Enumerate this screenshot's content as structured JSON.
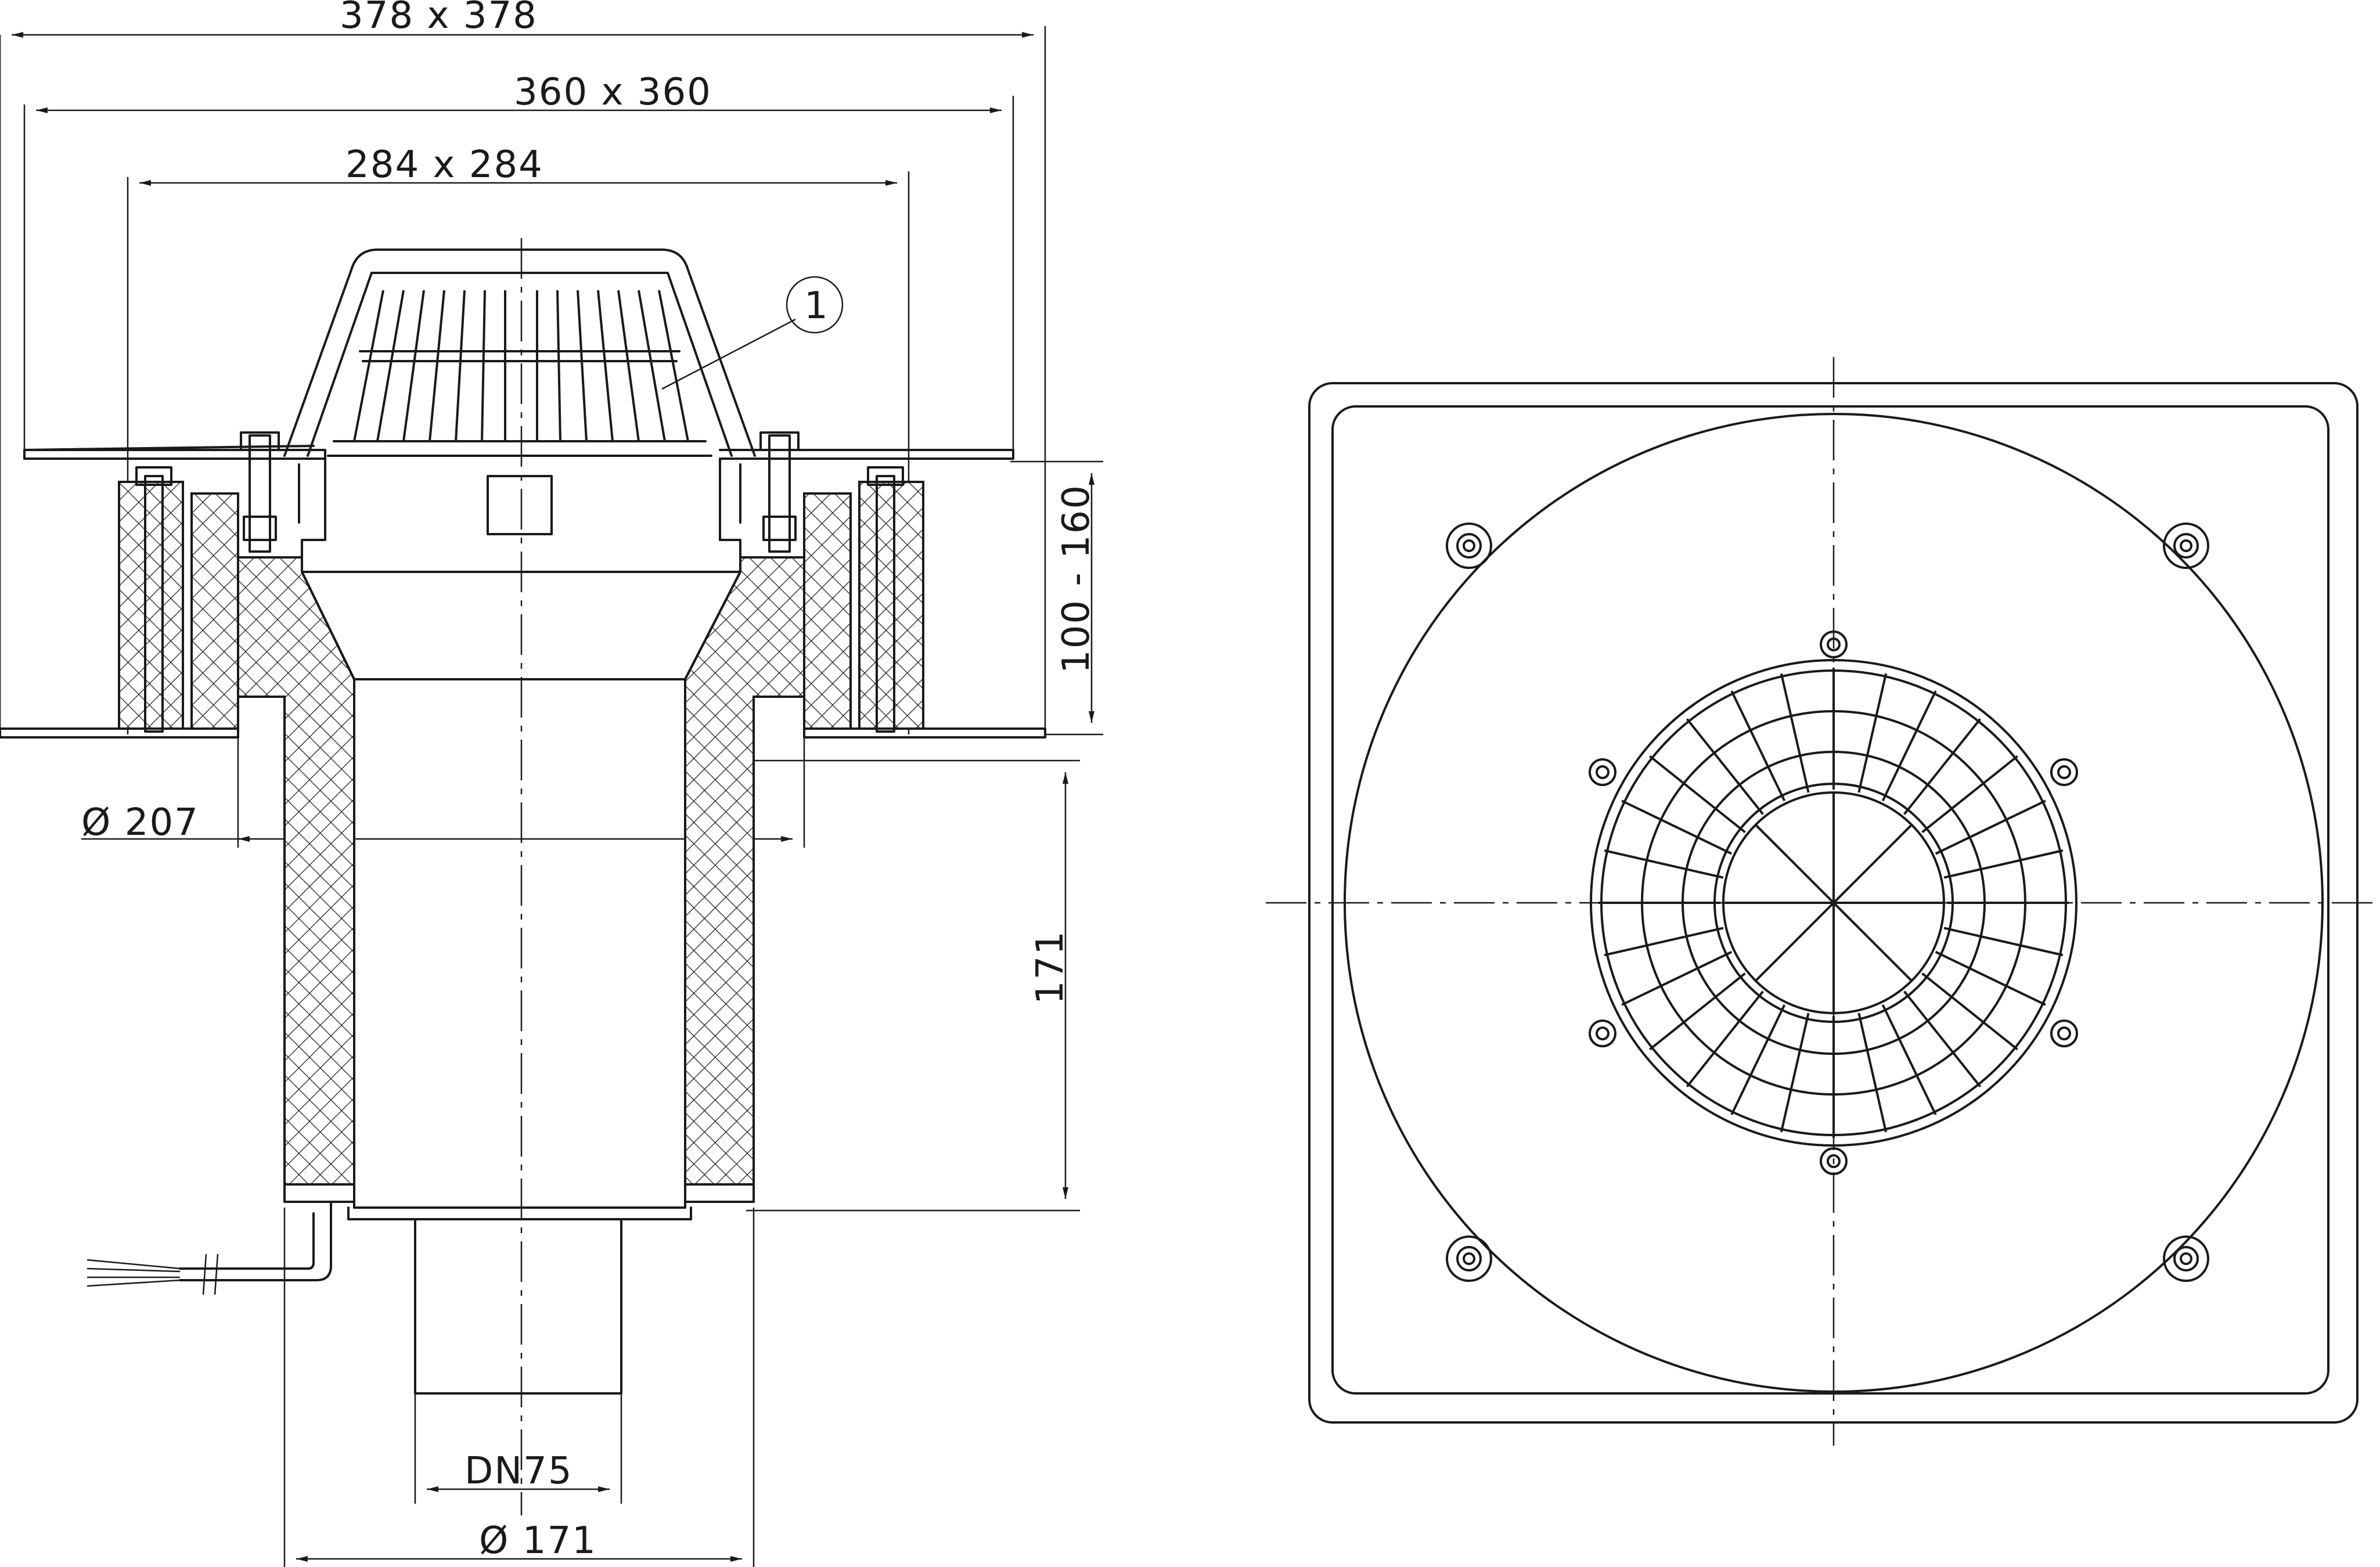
{
  "dimensions": {
    "outer_flange": "378 x 378",
    "mid_flange": "360 x 360",
    "inner_flange": "284 x 284",
    "height_range": "100 - 160",
    "body_height": "171",
    "diameter_collar": "Ø 207",
    "outlet_nominal": "DN75",
    "outlet_diameter": "Ø 171"
  },
  "callouts": {
    "item_1": "1"
  }
}
